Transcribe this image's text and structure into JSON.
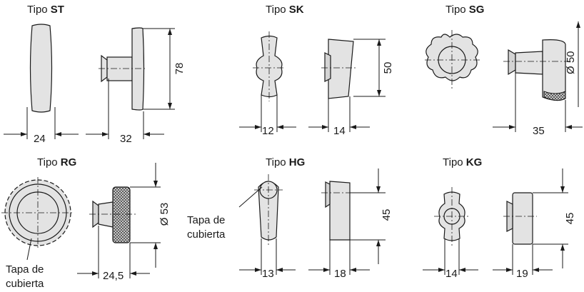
{
  "types": [
    {
      "key": "st",
      "prefix": "Tipo",
      "code": "ST",
      "dims": [
        "24",
        "32",
        "78"
      ]
    },
    {
      "key": "sk",
      "prefix": "Tipo",
      "code": "SK",
      "dims": [
        "12",
        "14",
        "50"
      ]
    },
    {
      "key": "sg",
      "prefix": "Tipo",
      "code": "SG",
      "dims": [
        "35",
        "Ø 50"
      ]
    },
    {
      "key": "rg",
      "prefix": "Tipo",
      "code": "RG",
      "dims": [
        "24,5",
        "Ø 53"
      ],
      "note": [
        "Tapa de",
        "cubierta"
      ]
    },
    {
      "key": "hg",
      "prefix": "Tipo",
      "code": "HG",
      "dims": [
        "13",
        "18",
        "45"
      ],
      "note": [
        "Tapa de",
        "cubierta"
      ]
    },
    {
      "key": "kg",
      "prefix": "Tipo",
      "code": "KG",
      "dims": [
        "14",
        "19",
        "45"
      ]
    }
  ]
}
